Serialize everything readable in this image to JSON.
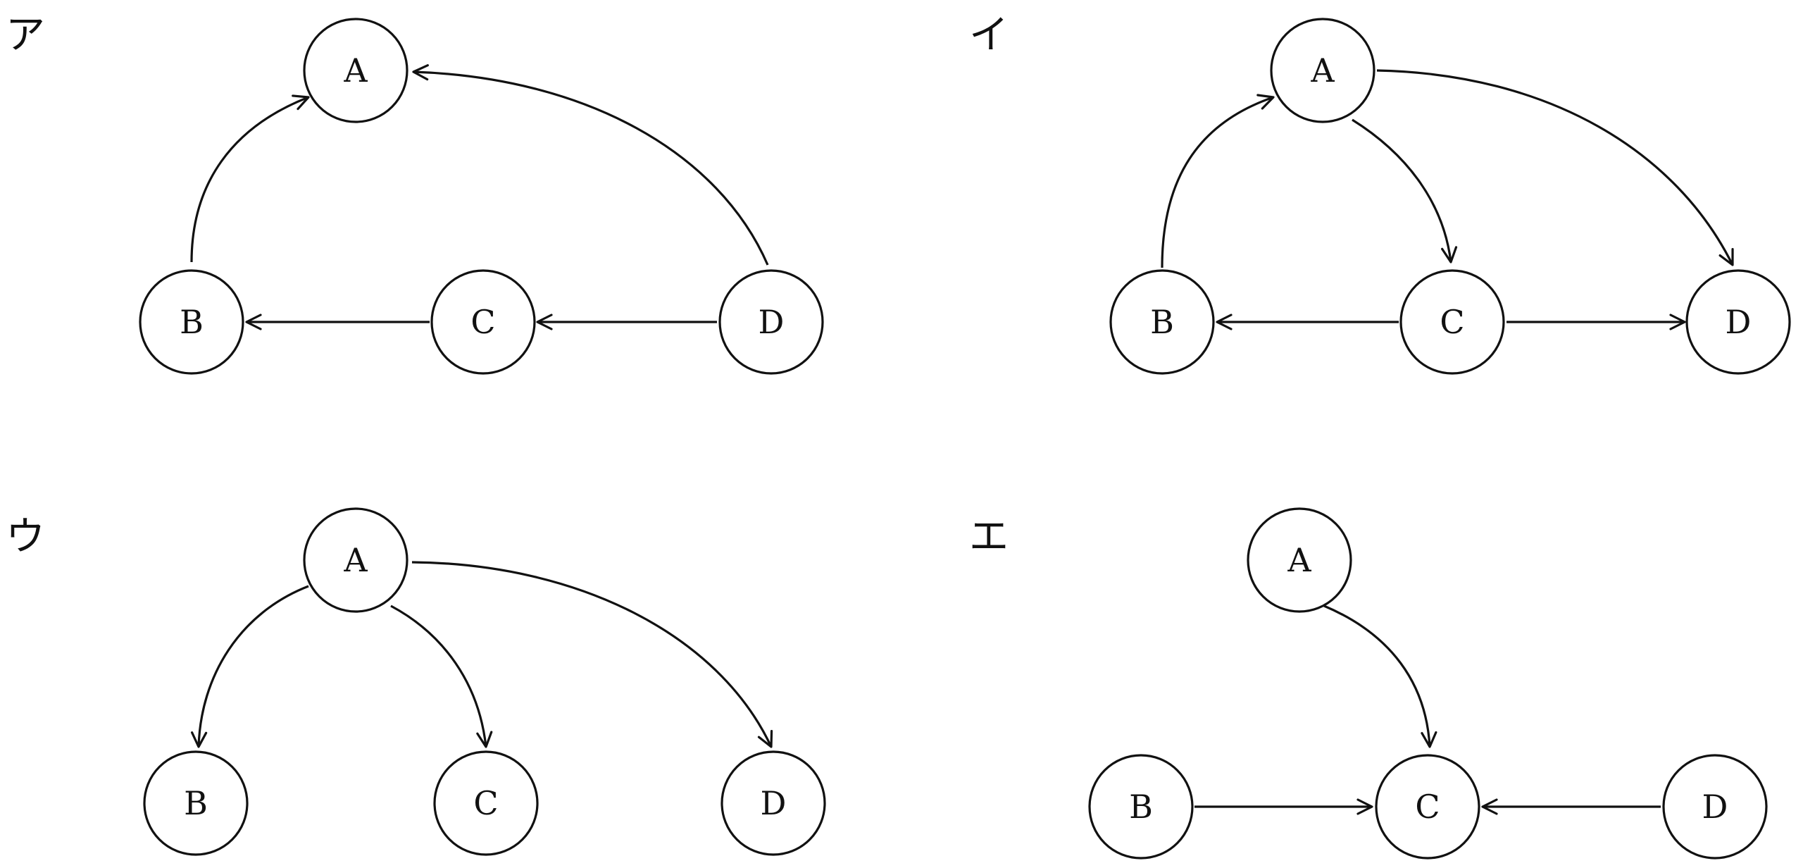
{
  "panels": [
    {
      "label": "ア",
      "nodes": [
        {
          "id": "A",
          "label": "A"
        },
        {
          "id": "B",
          "label": "B"
        },
        {
          "id": "C",
          "label": "C"
        },
        {
          "id": "D",
          "label": "D"
        }
      ],
      "edges": [
        {
          "from": "B",
          "to": "A"
        },
        {
          "from": "D",
          "to": "A"
        },
        {
          "from": "C",
          "to": "B"
        },
        {
          "from": "D",
          "to": "C"
        }
      ]
    },
    {
      "label": "イ",
      "nodes": [
        {
          "id": "A",
          "label": "A"
        },
        {
          "id": "B",
          "label": "B"
        },
        {
          "id": "C",
          "label": "C"
        },
        {
          "id": "D",
          "label": "D"
        }
      ],
      "edges": [
        {
          "from": "B",
          "to": "A"
        },
        {
          "from": "A",
          "to": "C"
        },
        {
          "from": "A",
          "to": "D"
        },
        {
          "from": "C",
          "to": "B"
        },
        {
          "from": "C",
          "to": "D"
        }
      ]
    },
    {
      "label": "ウ",
      "nodes": [
        {
          "id": "A",
          "label": "A"
        },
        {
          "id": "B",
          "label": "B"
        },
        {
          "id": "C",
          "label": "C"
        },
        {
          "id": "D",
          "label": "D"
        }
      ],
      "edges": [
        {
          "from": "A",
          "to": "B"
        },
        {
          "from": "A",
          "to": "C"
        },
        {
          "from": "A",
          "to": "D"
        }
      ]
    },
    {
      "label": "エ",
      "nodes": [
        {
          "id": "A",
          "label": "A"
        },
        {
          "id": "B",
          "label": "B"
        },
        {
          "id": "C",
          "label": "C"
        },
        {
          "id": "D",
          "label": "D"
        }
      ],
      "edges": [
        {
          "from": "A",
          "to": "C"
        },
        {
          "from": "B",
          "to": "C"
        },
        {
          "from": "D",
          "to": "C"
        }
      ]
    }
  ]
}
